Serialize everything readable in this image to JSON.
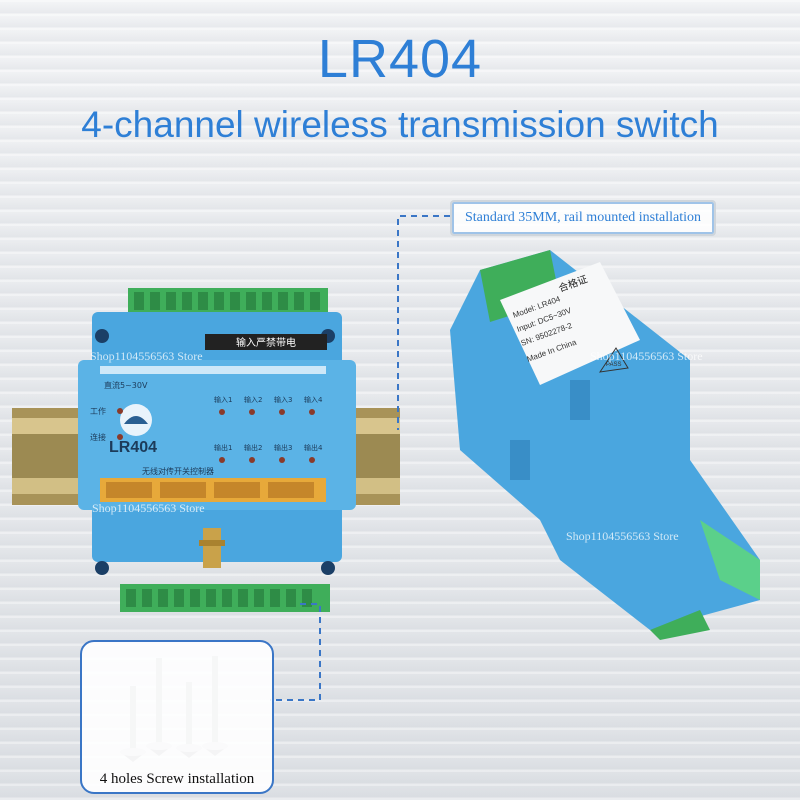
{
  "header": {
    "title": "LR404",
    "subtitle": "4-channel wireless transmission switch"
  },
  "callouts": {
    "rail": "Standard 35MM, rail mounted installation",
    "screws": "4 holes Screw installation"
  },
  "device_front": {
    "model": "LR404",
    "warning": "输入严禁带电",
    "power": "直流5~30V",
    "status_labels": [
      "工作",
      "连接"
    ],
    "input_labels": [
      "输入1",
      "输入2",
      "输入3",
      "输入4"
    ],
    "output_labels": [
      "输出1",
      "输出2",
      "输出3",
      "输出4"
    ],
    "caption": "无线对传开关控制器"
  },
  "device_side": {
    "label_title": "合格证",
    "label_lines": [
      "Model: LR404",
      "Input: DC5~30V",
      "SN: 9502278-2"
    ],
    "made_in": "Made In China",
    "pass": "PASS"
  },
  "watermarks": [
    "Shop1104556563 Store",
    "Shop1104556563 Store",
    "Shop1104556563 Store",
    "Shop1104556563 Store"
  ],
  "colors": {
    "accent_blue": "#2e7fd6",
    "device_blue": "#4aa6df",
    "terminal_green": "#3fae5a",
    "rail_metal": "#b9a46a"
  }
}
